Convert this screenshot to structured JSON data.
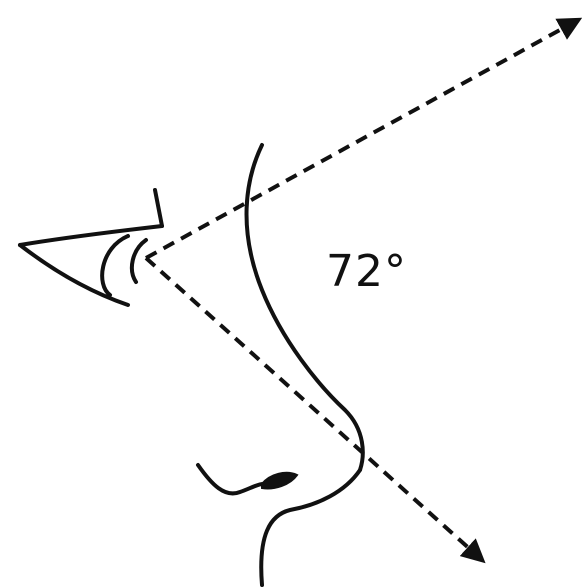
{
  "diagram": {
    "angle_label": "72°",
    "stroke_color": "#111111",
    "background_color": "#ffffff",
    "elements": [
      "eye",
      "face-profile-line",
      "nose",
      "lips",
      "dashed-ray-upper",
      "dashed-ray-lower"
    ]
  }
}
